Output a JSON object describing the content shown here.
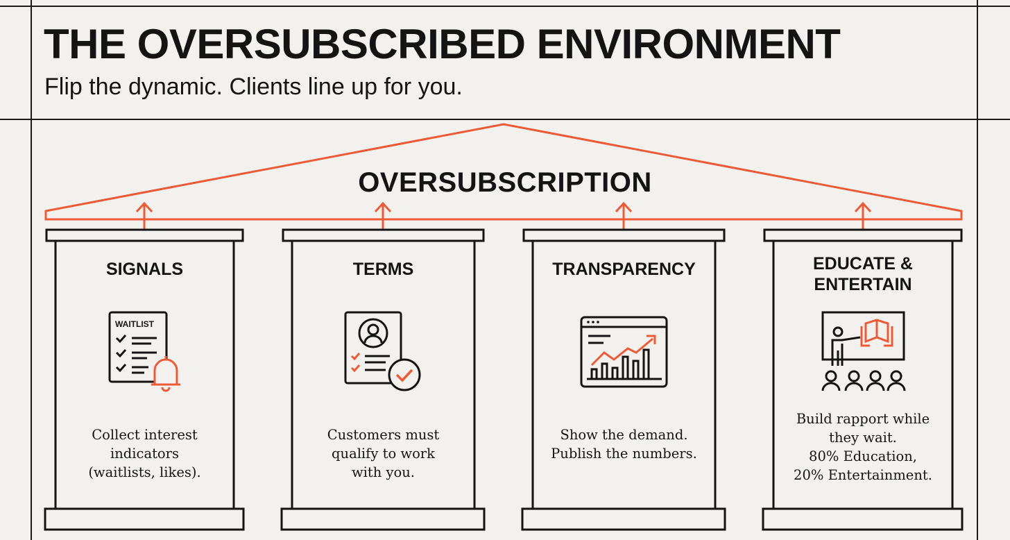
{
  "header": {
    "title": "THE OVERSUBSCRIBED ENVIRONMENT",
    "subtitle": "Flip the dynamic. Clients line up for you."
  },
  "roof": {
    "label": "OVERSUBSCRIPTION"
  },
  "colors": {
    "accent": "#ee5a36",
    "ink": "#141414",
    "background": "#f2f1ed"
  },
  "pillars": [
    {
      "title": "SIGNALS",
      "icon": "waitlist-bell-icon",
      "icon_label": "WAITLIST",
      "desc": [
        "Collect interest",
        "indicators",
        "(waitlists, likes)."
      ]
    },
    {
      "title": "TERMS",
      "icon": "profile-checklist-icon",
      "desc": [
        "Customers must",
        "qualify to work",
        "with you."
      ]
    },
    {
      "title": "TRANSPARENCY",
      "icon": "browser-chart-icon",
      "desc": [
        "Show the demand.",
        "Publish the numbers."
      ]
    },
    {
      "title": "EDUCATE & ENTERTAIN",
      "title_lines": [
        "EDUCATE &",
        "ENTERTAIN"
      ],
      "icon": "teacher-audience-icon",
      "desc": [
        "Build rapport while",
        "they wait.",
        "80% Education,",
        "20% Entertainment."
      ]
    }
  ]
}
